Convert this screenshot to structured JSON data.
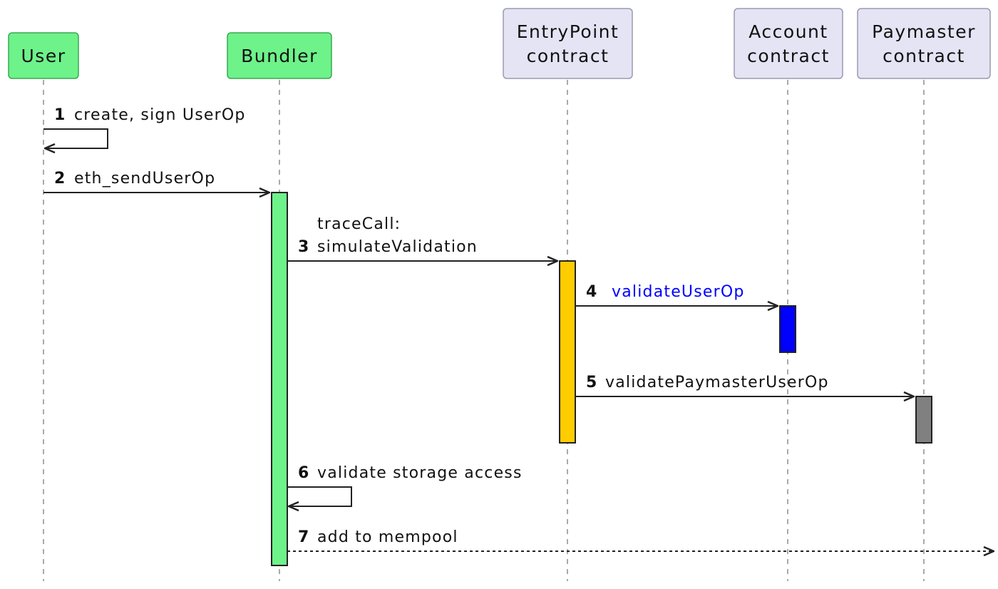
{
  "participants": [
    {
      "id": "user",
      "label": [
        "User"
      ],
      "fill": "#6ef28a",
      "stroke": "#3aa852"
    },
    {
      "id": "bundler",
      "label": [
        "Bundler"
      ],
      "fill": "#6ef28a",
      "stroke": "#3aa852"
    },
    {
      "id": "entrypoint",
      "label": [
        "EntryPoint",
        "contract"
      ],
      "fill": "#e4e4f5",
      "stroke": "#9a9ab0"
    },
    {
      "id": "account",
      "label": [
        "Account",
        "contract"
      ],
      "fill": "#e4e4f5",
      "stroke": "#9a9ab0"
    },
    {
      "id": "paymaster",
      "label": [
        "Paymaster",
        "contract"
      ],
      "fill": "#e4e4f5",
      "stroke": "#9a9ab0"
    }
  ],
  "activations": [
    {
      "participant": "bundler",
      "color": "#6ef28a"
    },
    {
      "participant": "entrypoint",
      "color": "#ffcc00"
    },
    {
      "participant": "account",
      "color": "#0000ff"
    },
    {
      "participant": "paymaster",
      "color": "#808080"
    }
  ],
  "messages": [
    {
      "num": "1",
      "label": [
        "create, sign UserOp"
      ],
      "from": "user",
      "to": "user",
      "self": true,
      "dotted": false,
      "label_color": "#111111"
    },
    {
      "num": "2",
      "label": [
        "eth_sendUserOp"
      ],
      "from": "user",
      "to": "bundler",
      "self": false,
      "dotted": false,
      "label_color": "#111111"
    },
    {
      "num": "3",
      "label": [
        "traceCall:",
        "simulateValidation"
      ],
      "from": "bundler",
      "to": "entrypoint",
      "self": false,
      "dotted": false,
      "label_color": "#111111"
    },
    {
      "num": "4",
      "label": [
        "validateUserOp"
      ],
      "from": "entrypoint",
      "to": "account",
      "self": false,
      "dotted": false,
      "label_color": "#0000ff"
    },
    {
      "num": "5",
      "label": [
        "validatePaymasterUserOp"
      ],
      "from": "entrypoint",
      "to": "paymaster",
      "self": false,
      "dotted": false,
      "label_color": "#111111"
    },
    {
      "num": "6",
      "label": [
        "validate storage access"
      ],
      "from": "bundler",
      "to": "bundler",
      "self": true,
      "dotted": false,
      "label_color": "#111111"
    },
    {
      "num": "7",
      "label": [
        "add to mempool"
      ],
      "from": "bundler",
      "to": "outside",
      "self": false,
      "dotted": true,
      "label_color": "#111111"
    }
  ]
}
